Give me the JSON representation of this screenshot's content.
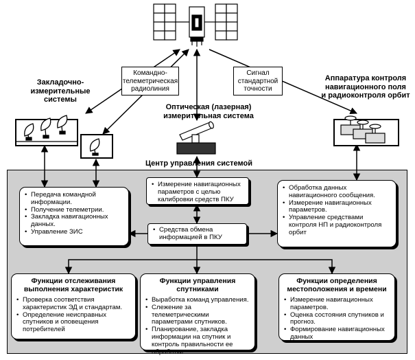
{
  "labels": {
    "command_link": [
      "Командно-",
      "телеметрическая",
      "радиолиния"
    ],
    "time_signal": [
      "Сигнал",
      "стандартной",
      "точности"
    ],
    "optical_system": [
      "Оптическая (лазерная)",
      "измерительная система"
    ],
    "uploading_systems": [
      "Закладочно-",
      "измерительные",
      "системы"
    ],
    "nav_field_control": [
      "Аппаратура контроля",
      "навигационного поля",
      "и радиоконтроля орбит"
    ],
    "control_center": "Центр управления системой"
  },
  "boxes": {
    "left": {
      "items": [
        "Передача командной информации.",
        "Получение телеметрии.",
        "Закладка навигационных данных.",
        "Управление ЗИС"
      ]
    },
    "top_center": {
      "items": [
        "Измерение навигационных параметров с целью калибровки средств ПКУ"
      ]
    },
    "mid_center": {
      "items": [
        "Средства обмена информацией в ПКУ"
      ]
    },
    "right": {
      "items": [
        "Обработка данных навигационного сообщения.",
        "Измерение навигационных параметров.",
        "Управление средствами контроля НП и радиоконтроля орбит"
      ]
    },
    "bottom_left": {
      "title": [
        "Функции отслеживания",
        "выполнения характеристик"
      ],
      "items": [
        "Проверка соответствия характеристик ЭД и стандартам.",
        "Определение неисправных спутников и оповещения потребителей"
      ]
    },
    "bottom_center": {
      "title": [
        "Функции управления",
        "спутниками"
      ],
      "items": [
        "Выработка команд управления.",
        "Слежение за телеметрическими параметрами спутников.",
        "Планирование, закладка информации на спутник и контроль правильности ее обработки"
      ]
    },
    "bottom_right": {
      "title": [
        "Функции определения",
        "местоположения и времени"
      ],
      "items": [
        "Измерение навигационных параметров.",
        "Оценка состояния спутников и прогноз.",
        "Формирование навигационных данных"
      ]
    }
  },
  "icons": {
    "satellite": "satellite-icon",
    "antennas": "ground-antenna-icon",
    "laser": "laser-telescope-icon",
    "monitor_stations": "monitor-station-icon"
  },
  "colors": {
    "center_panel": "#cfcfcf"
  }
}
